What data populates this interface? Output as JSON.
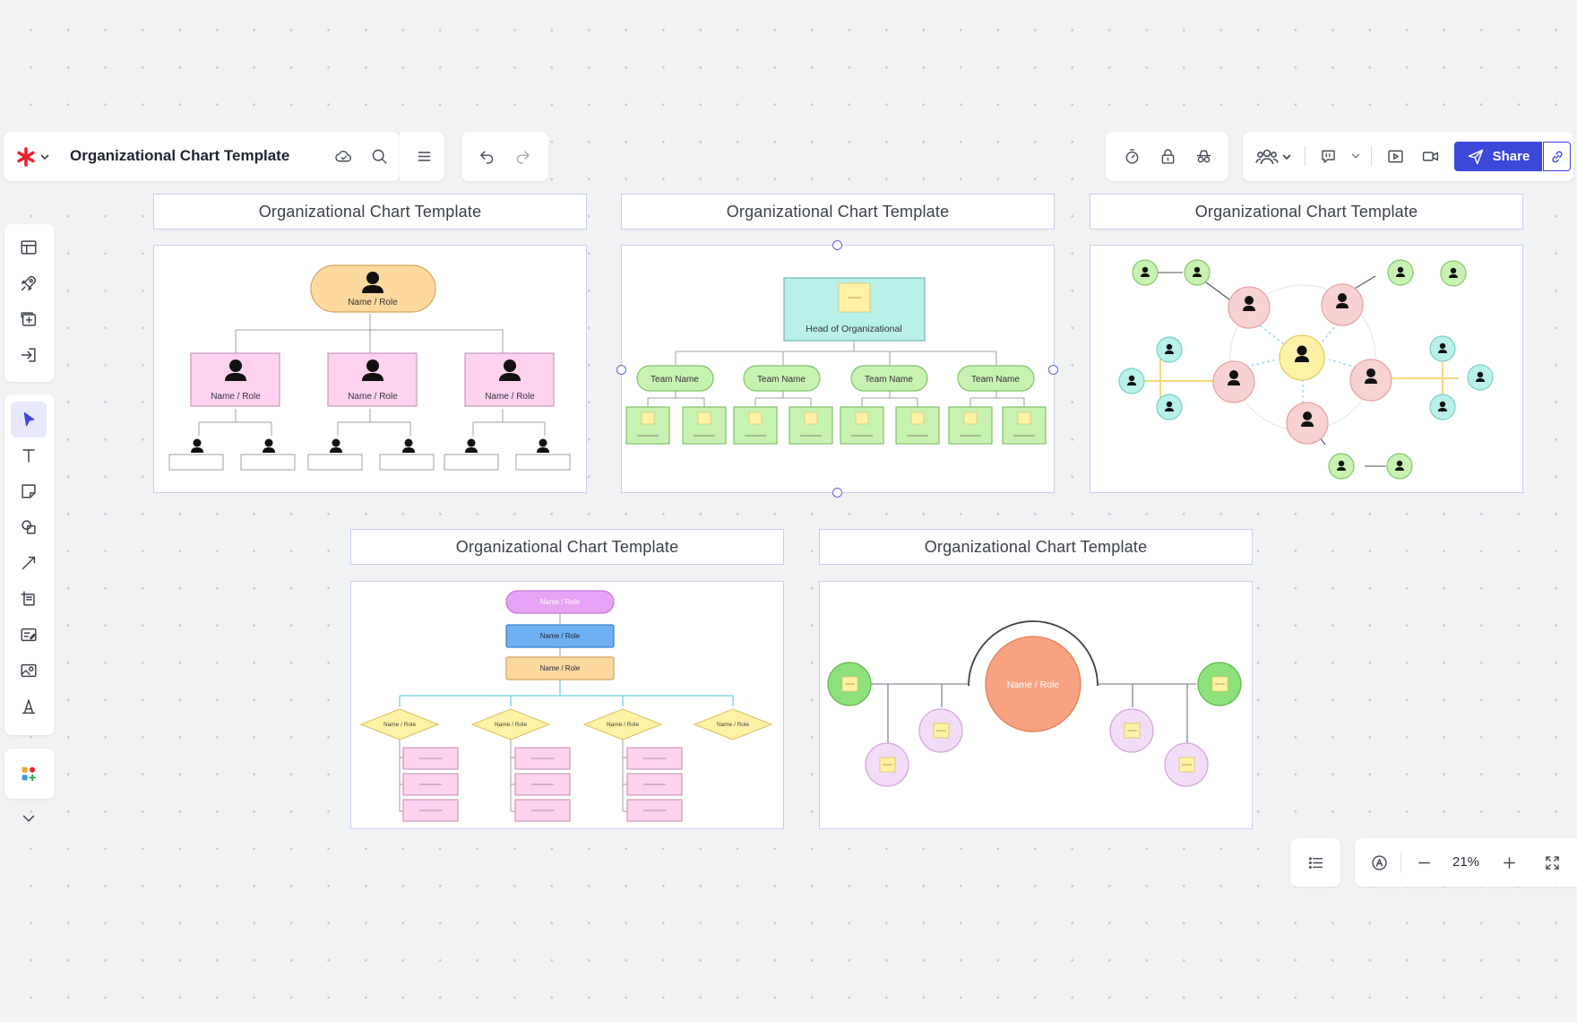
{
  "header": {
    "title": "Organizational Chart Template",
    "share_label": "Share"
  },
  "zoom": {
    "level": "21%"
  },
  "frames": [
    {
      "title": "Organizational Chart Template"
    },
    {
      "title": "Organizational Chart Template"
    },
    {
      "title": "Organizational Chart Template"
    },
    {
      "title": "Organizational Chart Template"
    },
    {
      "title": "Organizational Chart Template"
    }
  ],
  "diagrams": {
    "hierarchy": {
      "top_label": "Name / Role",
      "mid_labels": [
        "Name / Role",
        "Name / Role",
        "Name / Role"
      ]
    },
    "teams": {
      "head_label": "Head of Organizational",
      "team_labels": [
        "Team Name",
        "Team Name",
        "Team Name",
        "Team Name"
      ]
    },
    "flow": {
      "top_labels": [
        "Name / Role",
        "Name / Role",
        "Name / Role"
      ],
      "diamond_labels": [
        "Name / Role",
        "Name / Role",
        "Name / Role",
        "Name / Role"
      ]
    },
    "radial": {
      "center_label": "Name / Role"
    }
  },
  "colors": {
    "accent": "#3b48d8",
    "frame_border": "#c9cdf0",
    "orange": "#fdd9a0",
    "pink": "#ffd2f0",
    "cyan": "#b9f0ea",
    "green": "#c8f2b2",
    "yellow": "#fff1a6",
    "salmon": "#f9a383",
    "violet": "#f3dcf6"
  }
}
